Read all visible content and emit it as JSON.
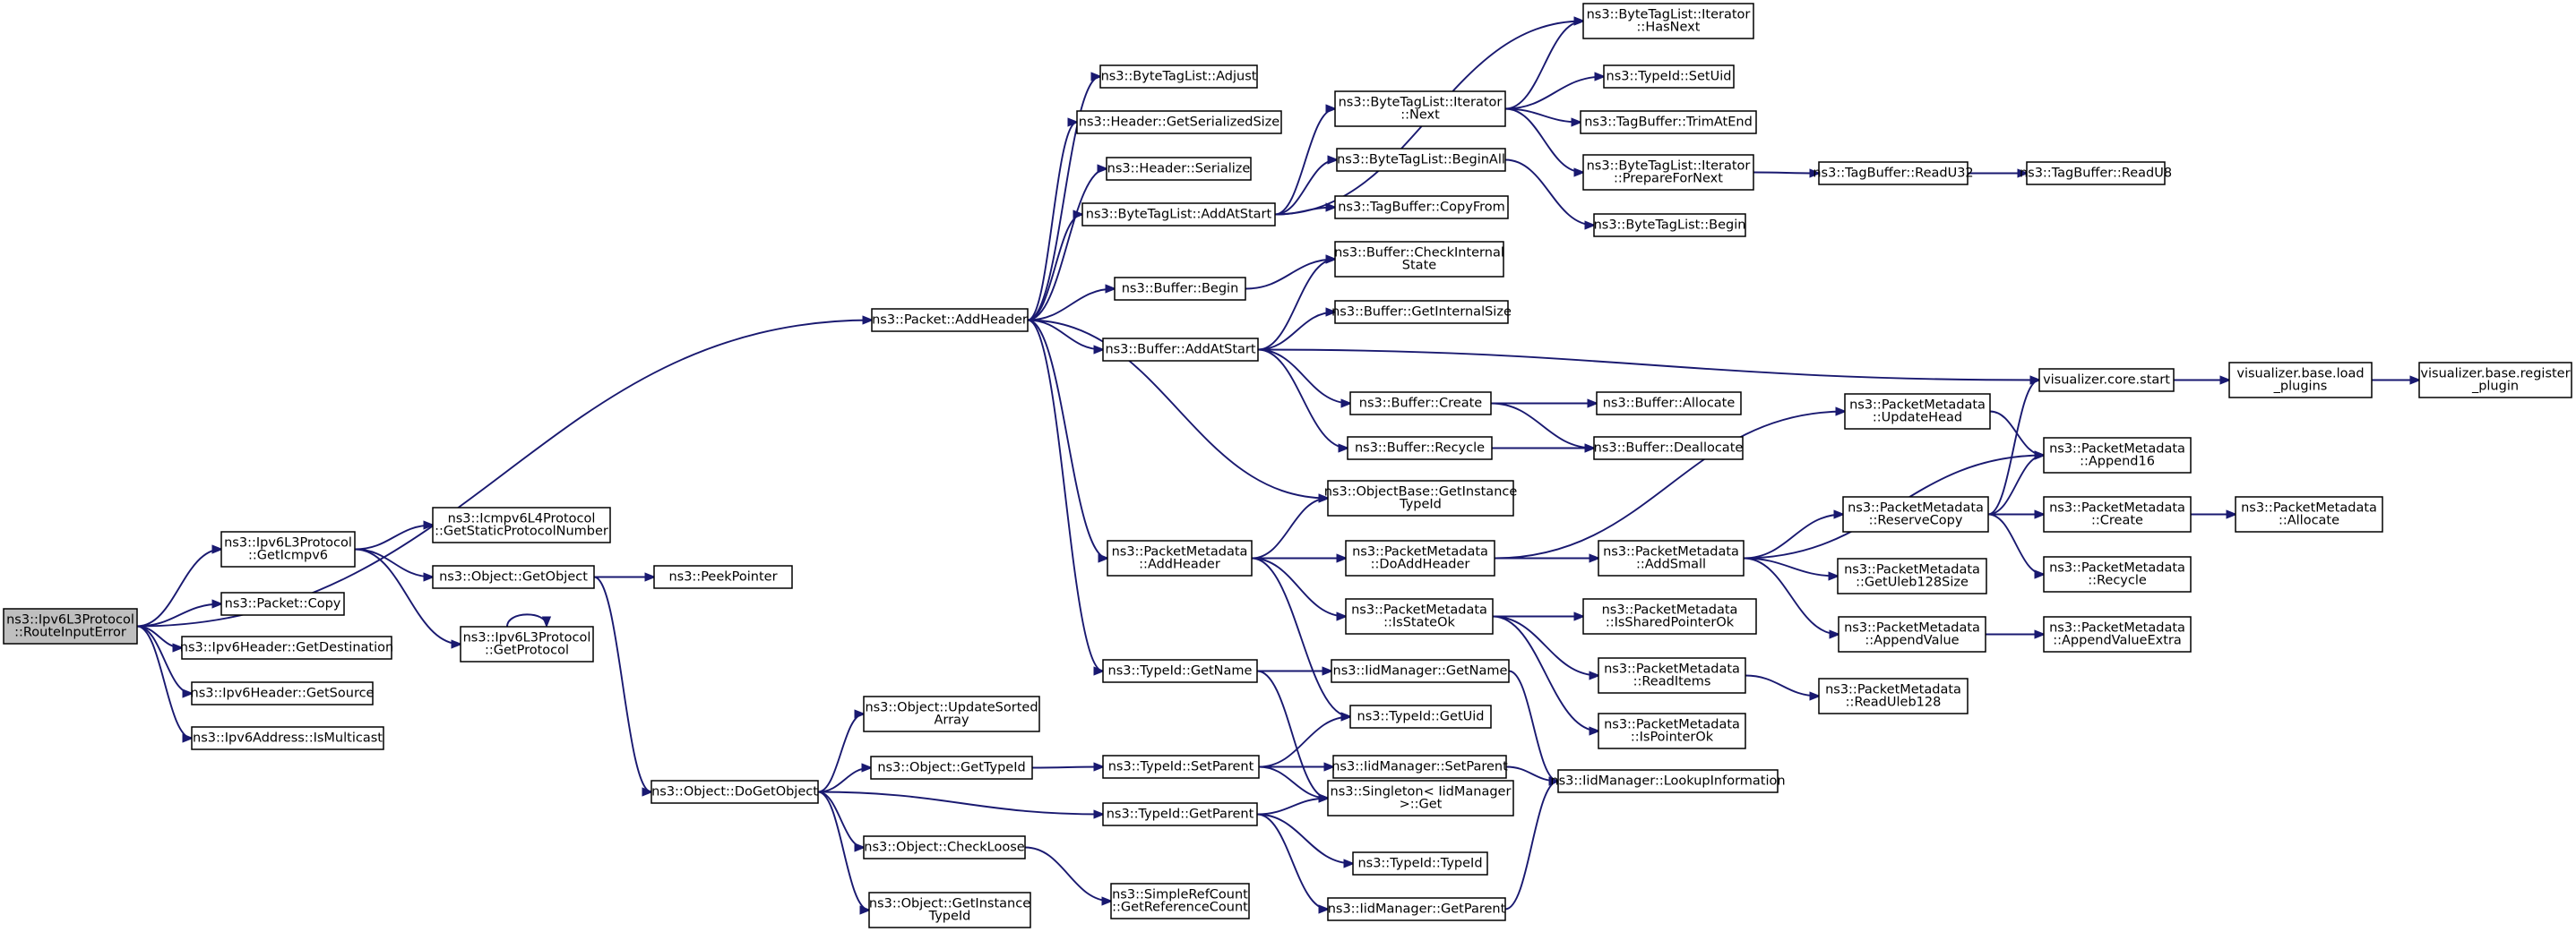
{
  "diagram": {
    "edge_color": "#191970",
    "root_fill": "#bfbfbf",
    "node_fill": "#ffffff",
    "hot_border": "#ff0000",
    "nodes": [
      {
        "id": "n0",
        "lines": [
          "ns3::Ipv6L3Protocol",
          "::RouteInputError"
        ],
        "fill": "#bfbfbf"
      },
      {
        "id": "n1",
        "lines": [
          "ns3::Packet::AddHeader"
        ]
      },
      {
        "id": "n2",
        "lines": [
          "ns3::Ipv6L3Protocol",
          "::GetIcmpv6"
        ]
      },
      {
        "id": "n3",
        "lines": [
          "ns3::Packet::Copy"
        ]
      },
      {
        "id": "n4",
        "lines": [
          "ns3::Ipv6Header::GetDestination"
        ]
      },
      {
        "id": "n5",
        "lines": [
          "ns3::Ipv6Header::GetSource"
        ]
      },
      {
        "id": "n6",
        "lines": [
          "ns3::Ipv6Address::IsMulticast"
        ]
      },
      {
        "id": "n7",
        "lines": [
          "ns3::Icmpv6L4Protocol",
          "::GetStaticProtocolNumber"
        ]
      },
      {
        "id": "n8",
        "lines": [
          "ns3::Object::GetObject"
        ]
      },
      {
        "id": "n9",
        "lines": [
          "ns3::Ipv6L3Protocol",
          "::GetProtocol"
        ]
      },
      {
        "id": "n10",
        "lines": [
          "ns3::PeekPointer"
        ]
      },
      {
        "id": "n11",
        "lines": [
          "ns3::Object::DoGetObject"
        ]
      },
      {
        "id": "n12",
        "lines": [
          "ns3::Object::UpdateSorted",
          "Array"
        ]
      },
      {
        "id": "n13",
        "lines": [
          "ns3::Object::GetTypeId"
        ]
      },
      {
        "id": "n14",
        "lines": [
          "ns3::Object::CheckLoose"
        ]
      },
      {
        "id": "n15",
        "lines": [
          "ns3::Object::GetInstance",
          "TypeId"
        ]
      },
      {
        "id": "n16",
        "lines": [
          "ns3::ByteTagList::Adjust"
        ]
      },
      {
        "id": "n17",
        "lines": [
          "ns3::Header::GetSerializedSize"
        ]
      },
      {
        "id": "n18",
        "lines": [
          "ns3::Header::Serialize"
        ]
      },
      {
        "id": "n19",
        "lines": [
          "ns3::ByteTagList::AddAtStart"
        ]
      },
      {
        "id": "n20",
        "lines": [
          "ns3::Buffer::Begin"
        ]
      },
      {
        "id": "n21",
        "lines": [
          "ns3::Buffer::AddAtStart"
        ]
      },
      {
        "id": "n22",
        "lines": [
          "ns3::PacketMetadata",
          "::AddHeader"
        ]
      },
      {
        "id": "n23",
        "lines": [
          "ns3::TypeId::GetName"
        ]
      },
      {
        "id": "n24",
        "lines": [
          "ns3::TypeId::SetParent"
        ]
      },
      {
        "id": "n25",
        "lines": [
          "ns3::TypeId::GetParent"
        ]
      },
      {
        "id": "n26",
        "lines": [
          "ns3::SimpleRefCount",
          "::GetReferenceCount"
        ]
      },
      {
        "id": "n27",
        "lines": [
          "ns3::ByteTagList::Iterator",
          "::HasNext"
        ]
      },
      {
        "id": "n28",
        "lines": [
          "ns3::ByteTagList::Iterator",
          "::Next"
        ]
      },
      {
        "id": "n29",
        "lines": [
          "ns3::ByteTagList::BeginAll"
        ]
      },
      {
        "id": "n30",
        "lines": [
          "ns3::TagBuffer::CopyFrom"
        ]
      },
      {
        "id": "n31",
        "lines": [
          "ns3::Buffer::CheckInternal",
          "State"
        ]
      },
      {
        "id": "n32",
        "lines": [
          "ns3::Buffer::GetInternalSize"
        ]
      },
      {
        "id": "n33",
        "lines": [
          "ns3::Buffer::Create"
        ]
      },
      {
        "id": "n34",
        "lines": [
          "ns3::Buffer::Recycle"
        ]
      },
      {
        "id": "n35",
        "lines": [
          "ns3::ObjectBase::GetInstance",
          "TypeId"
        ]
      },
      {
        "id": "n36",
        "lines": [
          "ns3::PacketMetadata",
          "::DoAddHeader"
        ]
      },
      {
        "id": "n37",
        "lines": [
          "ns3::PacketMetadata",
          "::IsStateOk"
        ]
      },
      {
        "id": "n38",
        "lines": [
          "ns3::IidManager::GetName"
        ]
      },
      {
        "id": "n39",
        "lines": [
          "ns3::TypeId::GetUid"
        ]
      },
      {
        "id": "n40",
        "lines": [
          "ns3::IidManager::SetParent"
        ]
      },
      {
        "id": "n41",
        "lines": [
          "ns3::Singleton< IidManager",
          " >::Get"
        ]
      },
      {
        "id": "n42",
        "lines": [
          "ns3::TypeId::TypeId"
        ]
      },
      {
        "id": "n43",
        "lines": [
          "ns3::IidManager::GetParent"
        ]
      },
      {
        "id": "n44",
        "lines": [
          "ns3::TypeId::SetUid"
        ]
      },
      {
        "id": "n45",
        "lines": [
          "ns3::TagBuffer::TrimAtEnd"
        ]
      },
      {
        "id": "n46",
        "lines": [
          "ns3::ByteTagList::Iterator",
          "::PrepareForNext"
        ]
      },
      {
        "id": "n47",
        "lines": [
          "ns3::ByteTagList::Begin"
        ]
      },
      {
        "id": "n48",
        "lines": [
          "ns3::Buffer::Allocate"
        ]
      },
      {
        "id": "n49",
        "lines": [
          "ns3::Buffer::Deallocate"
        ]
      },
      {
        "id": "n50",
        "lines": [
          "ns3::PacketMetadata",
          "::UpdateHead"
        ]
      },
      {
        "id": "n51",
        "lines": [
          "ns3::PacketMetadata",
          "::AddSmall"
        ]
      },
      {
        "id": "n52",
        "lines": [
          "ns3::PacketMetadata",
          "::IsSharedPointerOk"
        ]
      },
      {
        "id": "n53",
        "lines": [
          "ns3::PacketMetadata",
          "::ReadItems"
        ]
      },
      {
        "id": "n54",
        "lines": [
          "ns3::PacketMetadata",
          "::IsPointerOk"
        ]
      },
      {
        "id": "n55",
        "lines": [
          "ns3::IidManager::LookupInformation"
        ]
      },
      {
        "id": "n56",
        "lines": [
          "ns3::TagBuffer::ReadU32"
        ]
      },
      {
        "id": "n57",
        "lines": [
          "ns3::TagBuffer::ReadU8"
        ]
      },
      {
        "id": "n58",
        "lines": [
          "visualizer.core.start"
        ]
      },
      {
        "id": "n59",
        "lines": [
          "ns3::PacketMetadata",
          "::Append16"
        ]
      },
      {
        "id": "n60",
        "lines": [
          "ns3::PacketMetadata",
          "::ReserveCopy"
        ]
      },
      {
        "id": "n61",
        "lines": [
          "ns3::PacketMetadata",
          "::GetUleb128Size"
        ]
      },
      {
        "id": "n62",
        "lines": [
          "ns3::PacketMetadata",
          "::AppendValue"
        ]
      },
      {
        "id": "n63",
        "lines": [
          "ns3::PacketMetadata",
          "::ReadUleb128"
        ]
      },
      {
        "id": "n64",
        "lines": [
          "visualizer.base.load",
          "_plugins"
        ]
      },
      {
        "id": "n65",
        "lines": [
          "ns3::PacketMetadata",
          "::Create"
        ],
        "border": "#ff0000"
      },
      {
        "id": "n66",
        "lines": [
          "ns3::PacketMetadata",
          "::Recycle"
        ],
        "border": "#ff0000"
      },
      {
        "id": "n67",
        "lines": [
          "ns3::PacketMetadata",
          "::AppendValueExtra"
        ]
      },
      {
        "id": "n68",
        "lines": [
          "visualizer.base.register",
          "_plugin"
        ]
      },
      {
        "id": "n69",
        "lines": [
          "ns3::PacketMetadata",
          "::Allocate"
        ]
      }
    ],
    "edges": [
      [
        "n0",
        "n1"
      ],
      [
        "n0",
        "n2"
      ],
      [
        "n0",
        "n3"
      ],
      [
        "n0",
        "n4"
      ],
      [
        "n0",
        "n5"
      ],
      [
        "n0",
        "n6"
      ],
      [
        "n2",
        "n7"
      ],
      [
        "n2",
        "n8"
      ],
      [
        "n2",
        "n9"
      ],
      [
        "n9",
        "n9"
      ],
      [
        "n8",
        "n10"
      ],
      [
        "n8",
        "n11"
      ],
      [
        "n11",
        "n12"
      ],
      [
        "n11",
        "n13"
      ],
      [
        "n11",
        "n25"
      ],
      [
        "n11",
        "n14"
      ],
      [
        "n11",
        "n15"
      ],
      [
        "n13",
        "n24"
      ],
      [
        "n14",
        "n26"
      ],
      [
        "n1",
        "n16"
      ],
      [
        "n1",
        "n17"
      ],
      [
        "n1",
        "n18"
      ],
      [
        "n1",
        "n19"
      ],
      [
        "n1",
        "n20"
      ],
      [
        "n1",
        "n21"
      ],
      [
        "n1",
        "n35"
      ],
      [
        "n1",
        "n22"
      ],
      [
        "n1",
        "n23"
      ],
      [
        "n19",
        "n27"
      ],
      [
        "n19",
        "n28"
      ],
      [
        "n19",
        "n29"
      ],
      [
        "n19",
        "n30"
      ],
      [
        "n28",
        "n27"
      ],
      [
        "n28",
        "n44"
      ],
      [
        "n28",
        "n45"
      ],
      [
        "n28",
        "n46"
      ],
      [
        "n29",
        "n47"
      ],
      [
        "n46",
        "n56"
      ],
      [
        "n56",
        "n57"
      ],
      [
        "n20",
        "n31"
      ],
      [
        "n21",
        "n31"
      ],
      [
        "n21",
        "n32"
      ],
      [
        "n21",
        "n58"
      ],
      [
        "n21",
        "n33"
      ],
      [
        "n21",
        "n34"
      ],
      [
        "n33",
        "n48"
      ],
      [
        "n33",
        "n49"
      ],
      [
        "n34",
        "n49"
      ],
      [
        "n22",
        "n35"
      ],
      [
        "n22",
        "n36"
      ],
      [
        "n22",
        "n37"
      ],
      [
        "n22",
        "n39"
      ],
      [
        "n36",
        "n50"
      ],
      [
        "n36",
        "n51"
      ],
      [
        "n37",
        "n52"
      ],
      [
        "n37",
        "n53"
      ],
      [
        "n37",
        "n54"
      ],
      [
        "n23",
        "n38"
      ],
      [
        "n23",
        "n41"
      ],
      [
        "n24",
        "n39"
      ],
      [
        "n24",
        "n40"
      ],
      [
        "n24",
        "n41"
      ],
      [
        "n25",
        "n41"
      ],
      [
        "n25",
        "n42"
      ],
      [
        "n25",
        "n43"
      ],
      [
        "n38",
        "n55"
      ],
      [
        "n40",
        "n55"
      ],
      [
        "n43",
        "n55"
      ],
      [
        "n50",
        "n59"
      ],
      [
        "n51",
        "n59"
      ],
      [
        "n51",
        "n60"
      ],
      [
        "n51",
        "n61"
      ],
      [
        "n51",
        "n62"
      ],
      [
        "n53",
        "n63"
      ],
      [
        "n60",
        "n58"
      ],
      [
        "n60",
        "n59"
      ],
      [
        "n60",
        "n65"
      ],
      [
        "n60",
        "n66"
      ],
      [
        "n62",
        "n67"
      ],
      [
        "n65",
        "n69"
      ],
      [
        "n58",
        "n64"
      ],
      [
        "n64",
        "n68"
      ]
    ]
  }
}
